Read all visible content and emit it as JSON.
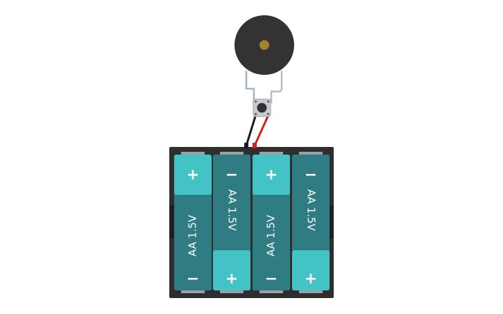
{
  "colors": {
    "background": "#ffffff",
    "buzzer_body": "#333333",
    "buzzer_center": "#a4812f",
    "holder": "#2e2e2e",
    "cell_dark": "#2f7c82",
    "cell_light": "#43c3c5",
    "wire_black": "#1b1b1b",
    "wire_red": "#d01f1f",
    "lead": "#b8bec2",
    "resistor_lead": "#9fb6c6",
    "button_body": "#c9ccce",
    "button_cap": "#333333"
  },
  "batteries": [
    {
      "label": "AA 1.5V",
      "top_sign": "+",
      "bottom_sign": "−",
      "terminal_at_top": "positive"
    },
    {
      "label": "AA 1.5V",
      "top_sign": "−",
      "bottom_sign": "+",
      "terminal_at_top": "negative"
    },
    {
      "label": "AA 1.5V",
      "top_sign": "+",
      "bottom_sign": "−",
      "terminal_at_top": "positive"
    },
    {
      "label": "AA 1.5V",
      "top_sign": "−",
      "bottom_sign": "+",
      "terminal_at_top": "negative"
    }
  ],
  "icons": {
    "buzzer": "piezo-buzzer-icon",
    "button": "pushbutton-icon"
  }
}
